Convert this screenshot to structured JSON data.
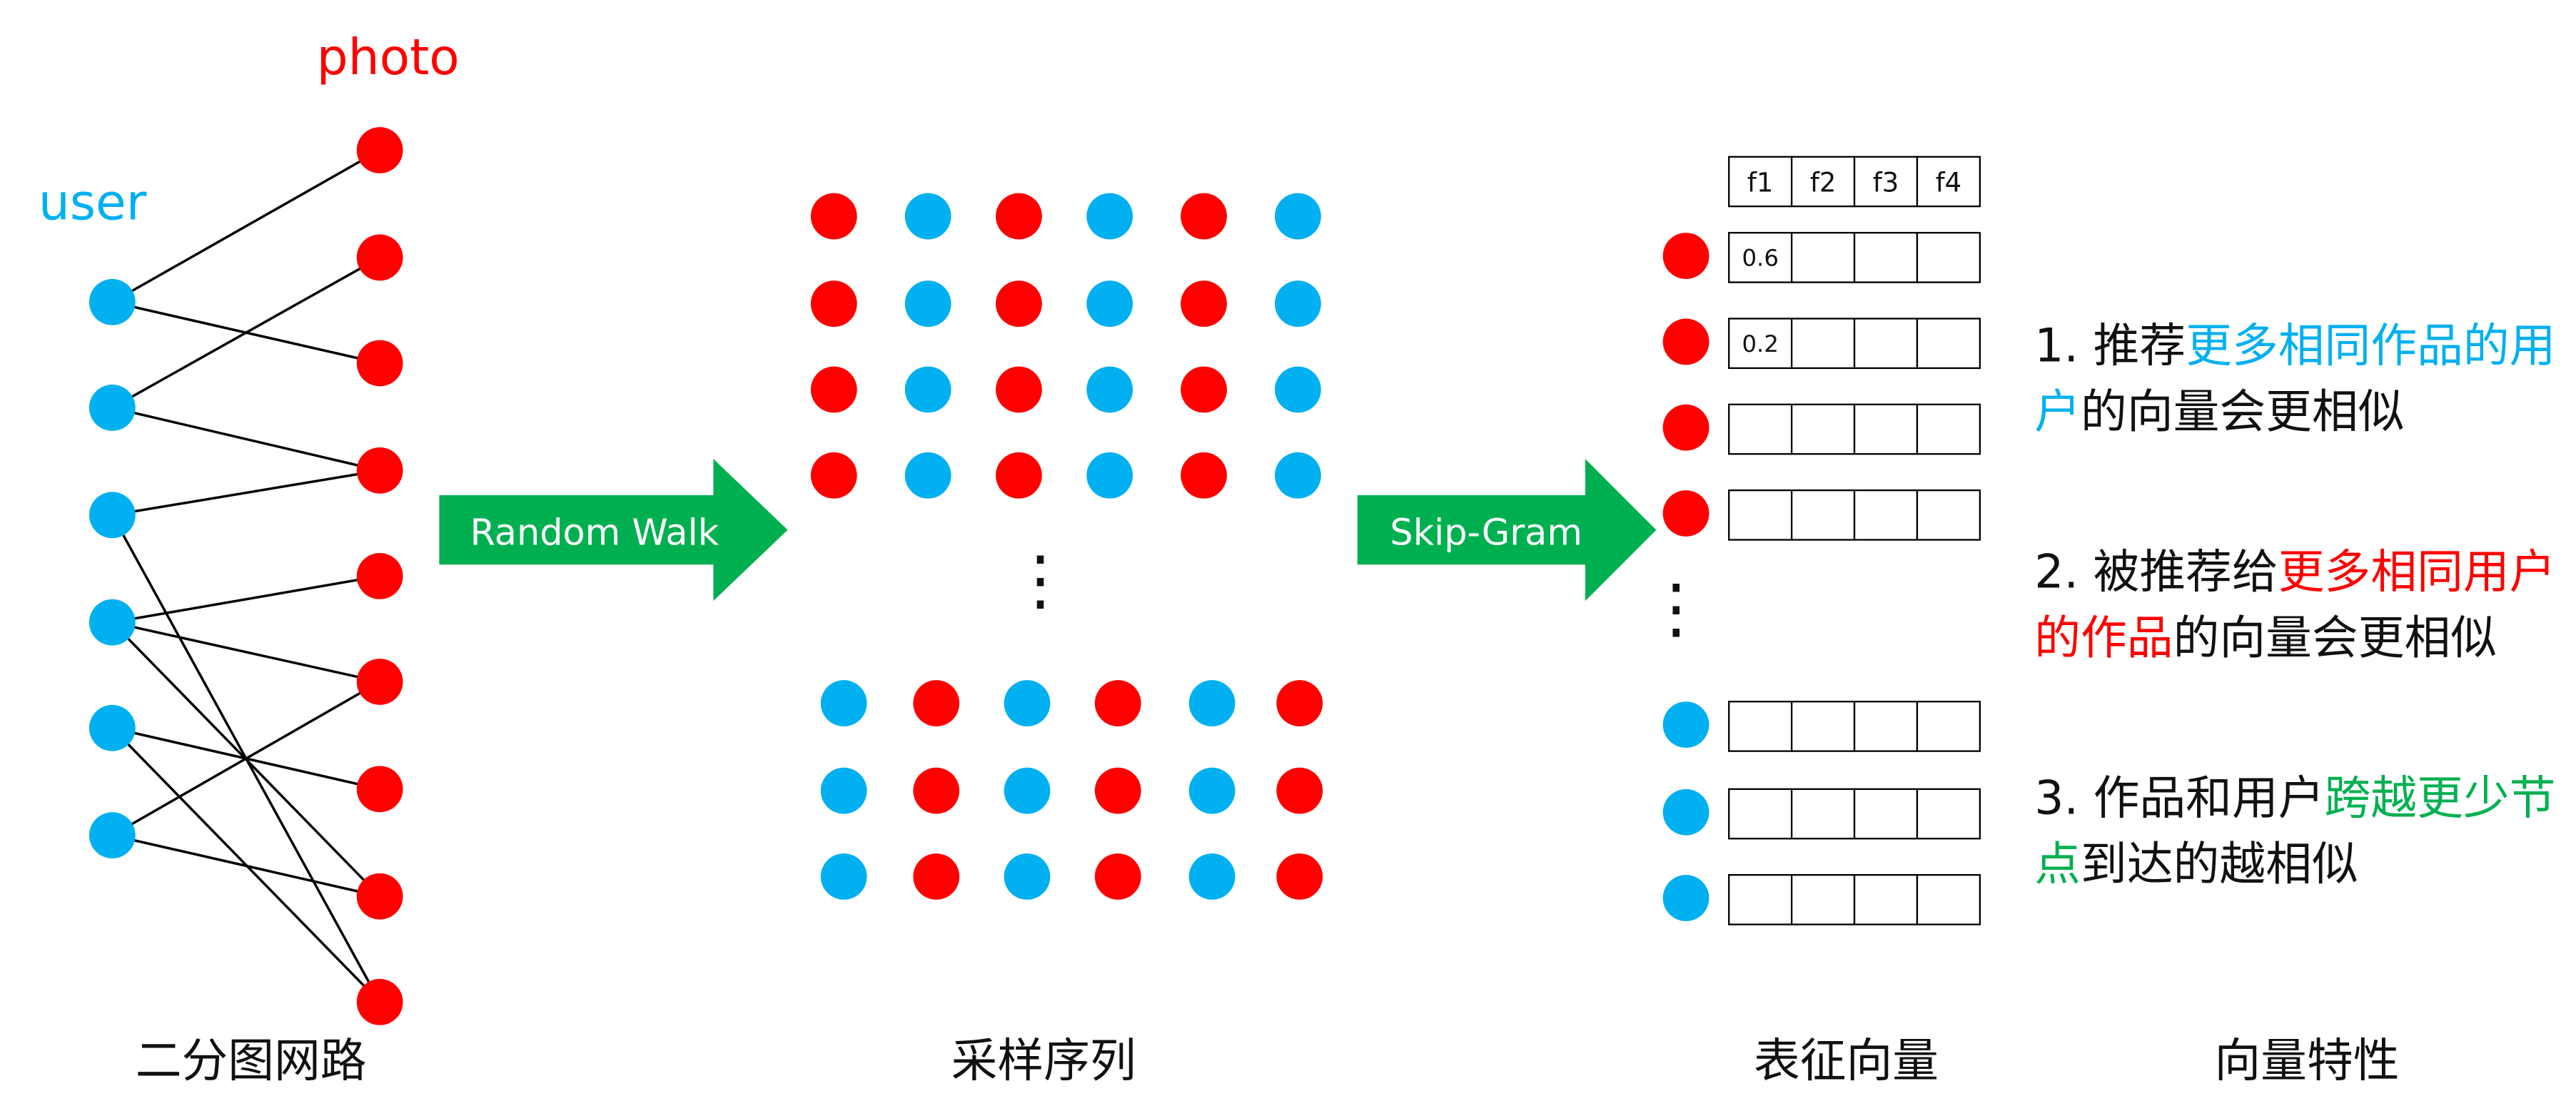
{
  "colors": {
    "user": "#00b0f0",
    "photo": "#ff0000",
    "arrow": "#00b050",
    "accent_green": "#00b050",
    "text": "#111111"
  },
  "bipartite": {
    "photo_label": "photo",
    "user_label": "user",
    "caption": "二分图网路",
    "edges": [
      [
        0,
        0
      ],
      [
        0,
        2
      ],
      [
        1,
        1
      ],
      [
        1,
        3
      ],
      [
        2,
        3
      ],
      [
        2,
        8
      ],
      [
        3,
        4
      ],
      [
        3,
        5
      ],
      [
        3,
        7
      ],
      [
        4,
        6
      ],
      [
        4,
        8
      ],
      [
        5,
        5
      ],
      [
        5,
        7
      ]
    ]
  },
  "random_walk": {
    "label": "Random Walk"
  },
  "sequences": {
    "caption": "采样序列",
    "ellipsis": "⋮",
    "top_rows": [
      [
        "photo",
        "user",
        "photo",
        "user",
        "photo",
        "user"
      ],
      [
        "photo",
        "user",
        "photo",
        "user",
        "photo",
        "user"
      ],
      [
        "photo",
        "user",
        "photo",
        "user",
        "photo",
        "user"
      ],
      [
        "photo",
        "user",
        "photo",
        "user",
        "photo",
        "user"
      ]
    ],
    "bottom_rows": [
      [
        "user",
        "photo",
        "user",
        "photo",
        "user",
        "photo"
      ],
      [
        "user",
        "photo",
        "user",
        "photo",
        "user",
        "photo"
      ],
      [
        "user",
        "photo",
        "user",
        "photo",
        "user",
        "photo"
      ]
    ]
  },
  "skip_gram": {
    "label": "Skip-Gram"
  },
  "embeddings": {
    "caption": "表征向量",
    "headers": [
      "f1",
      "f2",
      "f3",
      "f4"
    ],
    "rows": [
      {
        "node": "photo",
        "values": [
          "0.6",
          "",
          "",
          ""
        ]
      },
      {
        "node": "photo",
        "values": [
          "0.2",
          "",
          "",
          ""
        ]
      },
      {
        "node": "photo",
        "values": [
          "",
          "",
          "",
          ""
        ]
      },
      {
        "node": "photo",
        "values": [
          "",
          "",
          "",
          ""
        ]
      },
      {
        "node": "user",
        "values": [
          "",
          "",
          "",
          ""
        ]
      },
      {
        "node": "user",
        "values": [
          "",
          "",
          "",
          ""
        ]
      },
      {
        "node": "user",
        "values": [
          "",
          "",
          "",
          ""
        ]
      }
    ],
    "ellipsis": "⋮"
  },
  "properties": {
    "caption": "向量特性",
    "items": [
      {
        "line1": [
          {
            "t": "1. 推荐",
            "c": "text"
          },
          {
            "t": "更多相同作品的用",
            "c": "user"
          }
        ],
        "line2": [
          {
            "t": "户",
            "c": "user"
          },
          {
            "t": "的向量会更相似",
            "c": "text"
          }
        ]
      },
      {
        "line1": [
          {
            "t": "2. 被推荐给",
            "c": "text"
          },
          {
            "t": "更多相同用户",
            "c": "photo"
          }
        ],
        "line2": [
          {
            "t": "的作品",
            "c": "photo"
          },
          {
            "t": "的向量会更相似",
            "c": "text"
          }
        ]
      },
      {
        "line1": [
          {
            "t": "3. 作品和用户",
            "c": "text"
          },
          {
            "t": "跨越更少节",
            "c": "accent_green"
          }
        ],
        "line2": [
          {
            "t": "点",
            "c": "accent_green"
          },
          {
            "t": "到达的越相似",
            "c": "text"
          }
        ]
      }
    ]
  }
}
